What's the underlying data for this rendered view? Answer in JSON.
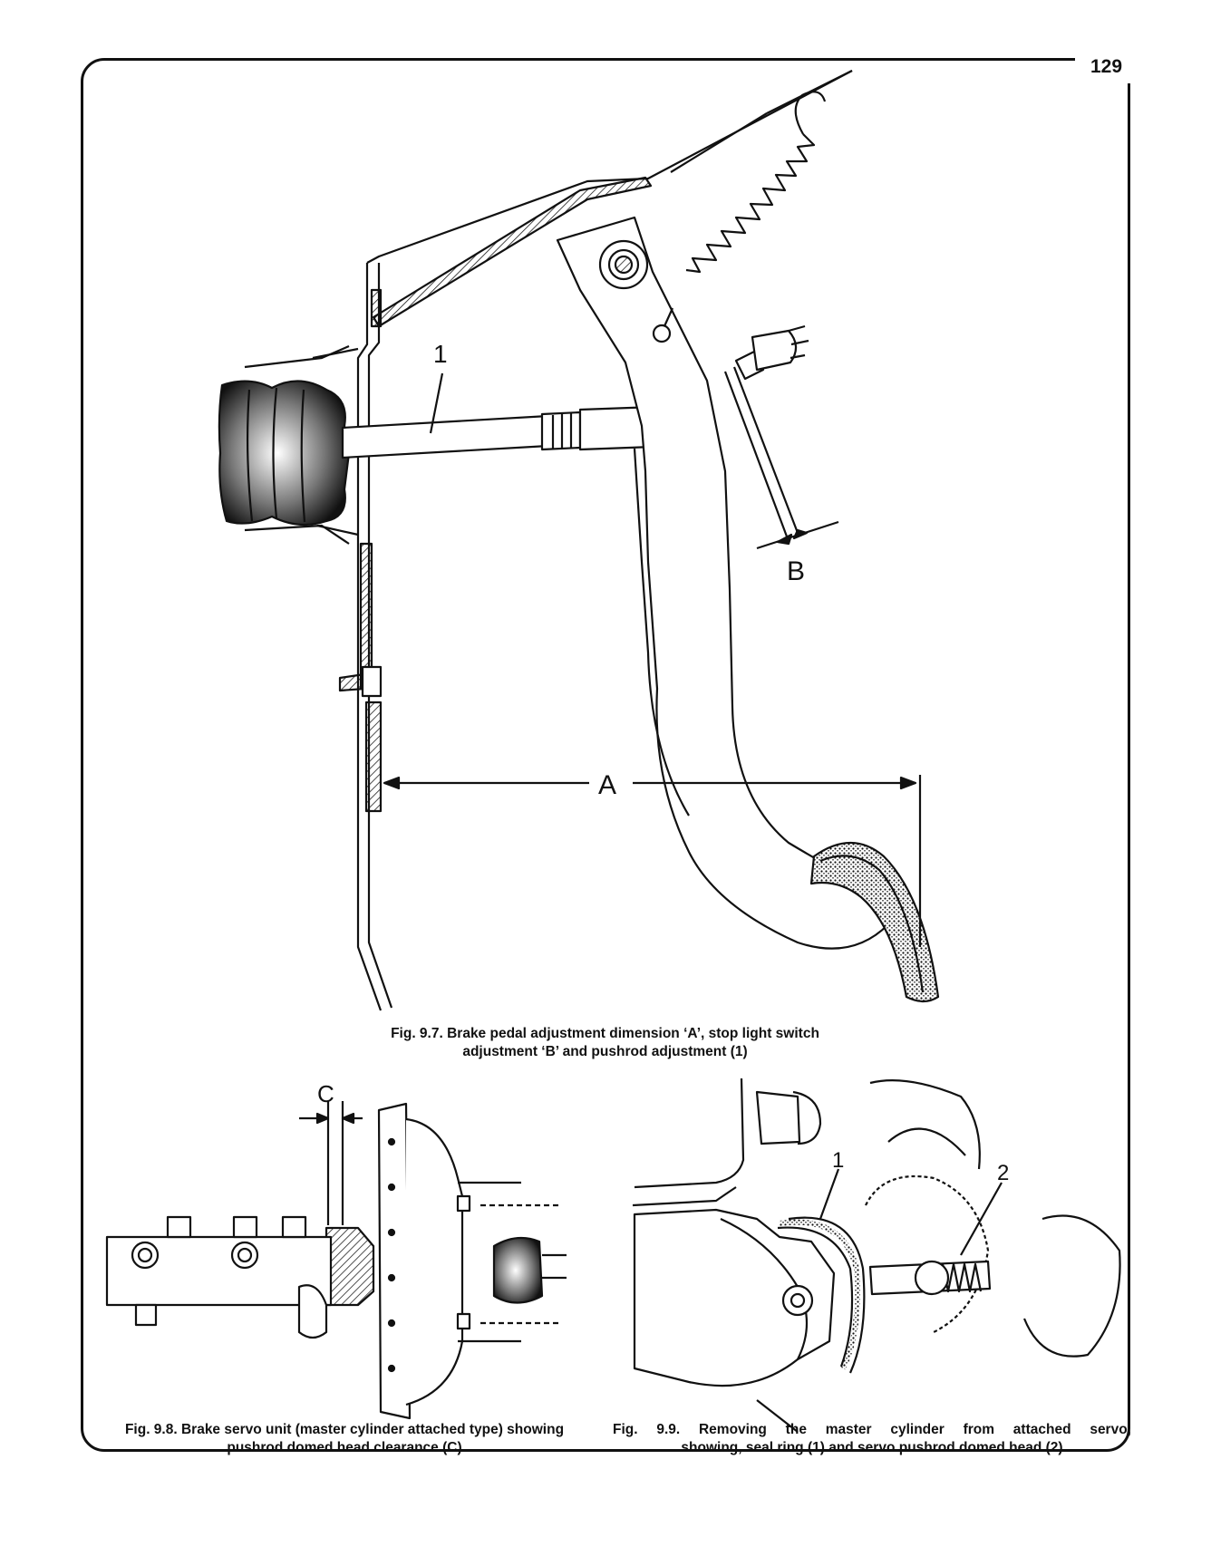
{
  "page_number": "129",
  "fig_9_7": {
    "caption_line1": "Fig. 9.7. Brake pedal adjustment dimension ‘A’, stop light switch",
    "caption_line2": "adjustment ‘B’ and pushrod adjustment (1)",
    "label_1": "1",
    "label_A": "A",
    "label_B": "B"
  },
  "fig_9_8": {
    "caption_line1": "Fig. 9.8. Brake servo unit (master cylinder attached type) showing",
    "caption_line2": "pushrod domed head clearance (C)",
    "label_C": "C"
  },
  "fig_9_9": {
    "caption_line1": "Fig. 9.9. Removing the master cylinder from attached servo,",
    "caption_line2": "showing, seal ring (1) and servo pushrod domed head (2)",
    "label_1": "1",
    "label_2": "2"
  }
}
